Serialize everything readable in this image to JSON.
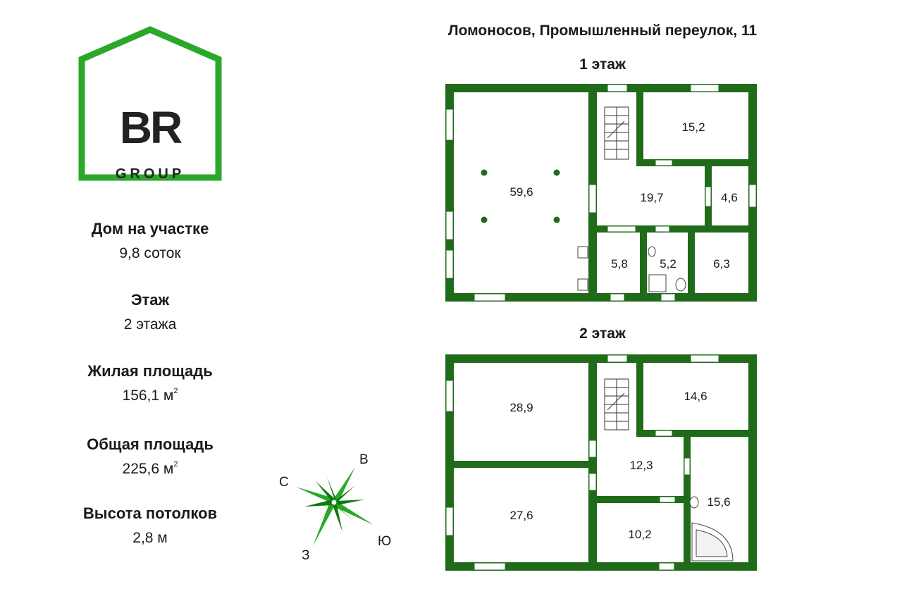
{
  "logo": {
    "letters": "BR",
    "word": "GROUP"
  },
  "address": "Ломоносов, Промышленный переулок, 11",
  "facts": [
    {
      "label": "Дом на участке",
      "value": "9,8 соток",
      "sup": ""
    },
    {
      "label": "Этаж",
      "value": "2 этажа",
      "sup": ""
    },
    {
      "label": "Жилая площадь",
      "value": "156,1 м",
      "sup": "2"
    },
    {
      "label": "Общая площадь",
      "value": "225,6 м",
      "sup": "2"
    },
    {
      "label": "Высота потолков",
      "value": "2,8 м",
      "sup": ""
    }
  ],
  "floor1": {
    "title": "1 этаж",
    "rooms": [
      "59,6",
      "15,2",
      "19,7",
      "4,6",
      "5,8",
      "5,2",
      "6,3"
    ]
  },
  "floor2": {
    "title": "2 этаж",
    "rooms": [
      "28,9",
      "14,6",
      "12,3",
      "15,6",
      "27,6",
      "10,2"
    ]
  },
  "compass": {
    "n": "С",
    "e": "В",
    "s": "Ю",
    "w": "З"
  },
  "colors": {
    "wall": "#1f6b1a",
    "logo_green": "#2aa82a"
  }
}
